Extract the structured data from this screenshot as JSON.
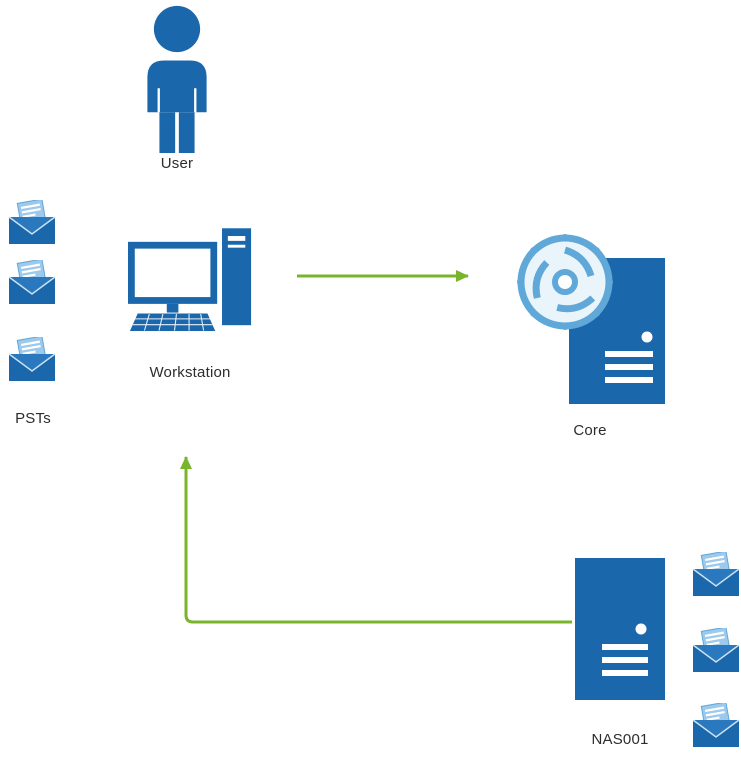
{
  "diagram": {
    "background": "#ffffff",
    "colors": {
      "primary_blue": "#1b67ab",
      "light_blue": "#5fa8d8",
      "pale_blue": "#eaf4fb",
      "page_blue": "#9dc9ec",
      "arrow_green": "#78b52c",
      "label_text": "#2d2d2d"
    },
    "nodes": [
      {
        "id": "user",
        "label": "User",
        "icon": "user-icon"
      },
      {
        "id": "psts",
        "label": "PSTs",
        "icon": "mail-stack-icon",
        "mail_count": 3
      },
      {
        "id": "workstation",
        "label": "Workstation",
        "icon": "workstation-icon"
      },
      {
        "id": "core",
        "label": "Core",
        "icon": "core-server-icon"
      },
      {
        "id": "nas001",
        "label": "NAS001",
        "icon": "server-icon",
        "mail_count": 3
      }
    ],
    "edges": [
      {
        "from": "workstation",
        "to": "core",
        "shape": "straight",
        "direction": "right"
      },
      {
        "from": "nas001",
        "to": "workstation",
        "shape": "elbow",
        "direction": "left-then-up"
      }
    ]
  }
}
